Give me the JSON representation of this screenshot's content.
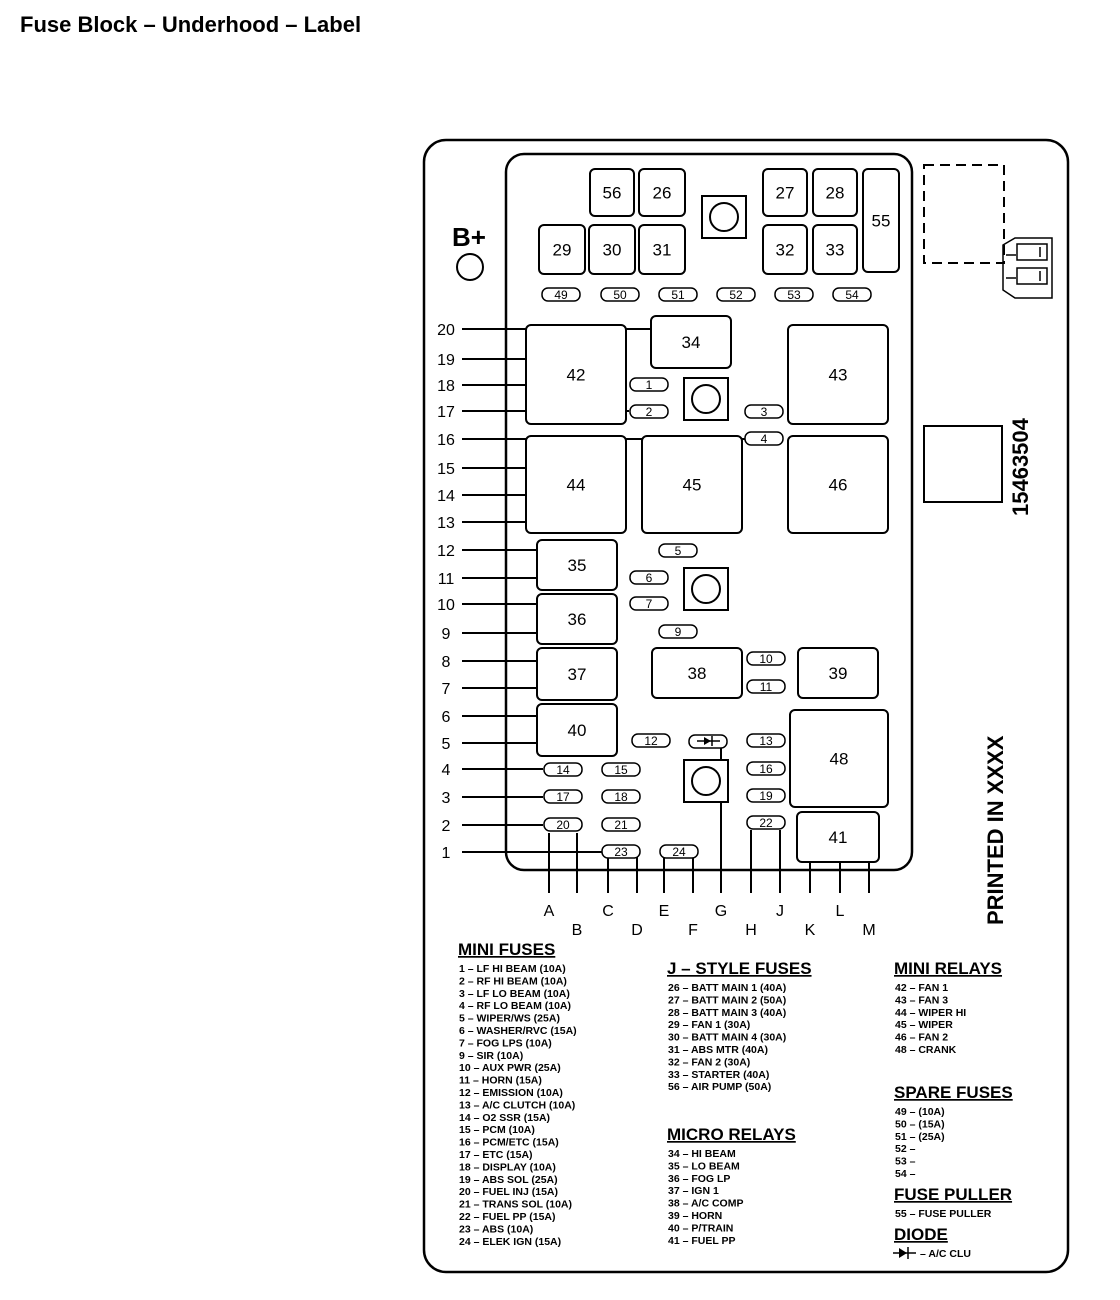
{
  "title": "Fuse Block – Underhood – Label",
  "b_plus": "B+",
  "part_number": "15463504",
  "printed_in": "PRINTED IN XXXX",
  "big_blocks": [
    "56",
    "26",
    "27",
    "28",
    "55",
    "29",
    "30",
    "31",
    "32",
    "33",
    "34",
    "42",
    "43",
    "44",
    "45",
    "46",
    "35",
    "36",
    "37",
    "38",
    "39",
    "40",
    "48",
    "41"
  ],
  "spare_fuses": [
    "49",
    "50",
    "51",
    "52",
    "53",
    "54"
  ],
  "mini_fuse_ids": [
    "1",
    "2",
    "3",
    "4",
    "5",
    "6",
    "7",
    "9",
    "10",
    "11",
    "12",
    "13",
    "14",
    "15",
    "16",
    "17",
    "18",
    "19",
    "20",
    "21",
    "22",
    "23",
    "24"
  ],
  "pin_numbers": [
    "20",
    "19",
    "18",
    "17",
    "16",
    "15",
    "14",
    "13",
    "12",
    "11",
    "10",
    "9",
    "8",
    "7",
    "6",
    "5",
    "4",
    "3",
    "2",
    "1"
  ],
  "pin_letters": [
    "A",
    "B",
    "C",
    "D",
    "E",
    "F",
    "G",
    "H",
    "J",
    "K",
    "L",
    "M"
  ],
  "legend": {
    "mini_fuses": {
      "heading": "MINI FUSES",
      "items": [
        "1 – LF HI BEAM (10A)",
        "2 – RF HI BEAM (10A)",
        "3 – LF LO BEAM (10A)",
        "4 – RF LO BEAM (10A)",
        "5 – WIPER/WS (25A)",
        "6 – WASHER/RVC (15A)",
        "7 – FOG LPS (10A)",
        "9 – SIR (10A)",
        "10 – AUX PWR (25A)",
        "11 – HORN (15A)",
        "12 – EMISSION (10A)",
        "13 – A/C CLUTCH (10A)",
        "14 – O2 SSR (15A)",
        "15 – PCM (10A)",
        "16 – PCM/ETC (15A)",
        "17 – ETC (15A)",
        "18 – DISPLAY (10A)",
        "19 – ABS SOL (25A)",
        "20 – FUEL INJ (15A)",
        "21 – TRANS SOL (10A)",
        "22 – FUEL PP (15A)",
        "23 – ABS (10A)",
        "24 – ELEK IGN (15A)"
      ]
    },
    "j_style": {
      "heading": "J – STYLE FUSES",
      "items": [
        "26 – BATT MAIN 1 (40A)",
        "27 – BATT MAIN 2 (50A)",
        "28 – BATT MAIN 3 (40A)",
        "29 – FAN 1 (30A)",
        "30 – BATT MAIN 4 (30A)",
        "31 – ABS MTR (40A)",
        "32 – FAN 2 (30A)",
        "33 – STARTER (40A)",
        "56 – AIR PUMP (50A)"
      ]
    },
    "micro_relays": {
      "heading": "MICRO RELAYS",
      "items": [
        "34 – HI BEAM",
        "35 – LO BEAM",
        "36 – FOG LP",
        "37 – IGN 1",
        "38 – A/C COMP",
        "39 – HORN",
        "40 – P/TRAIN",
        "41 – FUEL PP"
      ]
    },
    "mini_relays": {
      "heading": "MINI RELAYS",
      "items": [
        "42 – FAN 1",
        "43 – FAN 3",
        "44 – WIPER HI",
        "45 – WIPER",
        "46 – FAN 2",
        "48 – CRANK"
      ]
    },
    "spare": {
      "heading": "SPARE FUSES",
      "items": [
        "49 – (10A)",
        "50 – (15A)",
        "51 – (25A)",
        "52 –",
        "53 –",
        "54 –"
      ]
    },
    "fuse_puller": {
      "heading": "FUSE PULLER",
      "items": [
        "55 – FUSE PULLER"
      ]
    },
    "diode": {
      "heading": "DIODE",
      "items": [
        "– A/C CLU"
      ]
    }
  }
}
